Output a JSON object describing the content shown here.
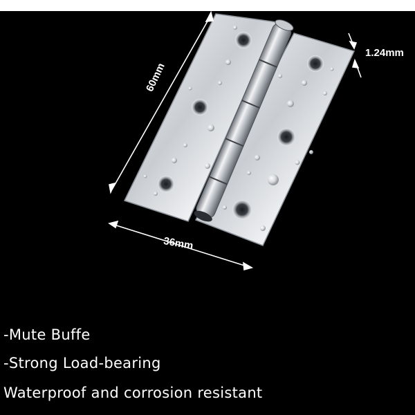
{
  "dimensions": {
    "height": "60mm",
    "width": "36mm",
    "thickness": "1.24mm"
  },
  "features": [
    "-Mute Buffe",
    "-Strong Load-bearing",
    "Waterproof and corrosion resistant"
  ],
  "colors": {
    "background": "#000000",
    "text": "#ffffff",
    "steel": "#cfd3d8"
  }
}
